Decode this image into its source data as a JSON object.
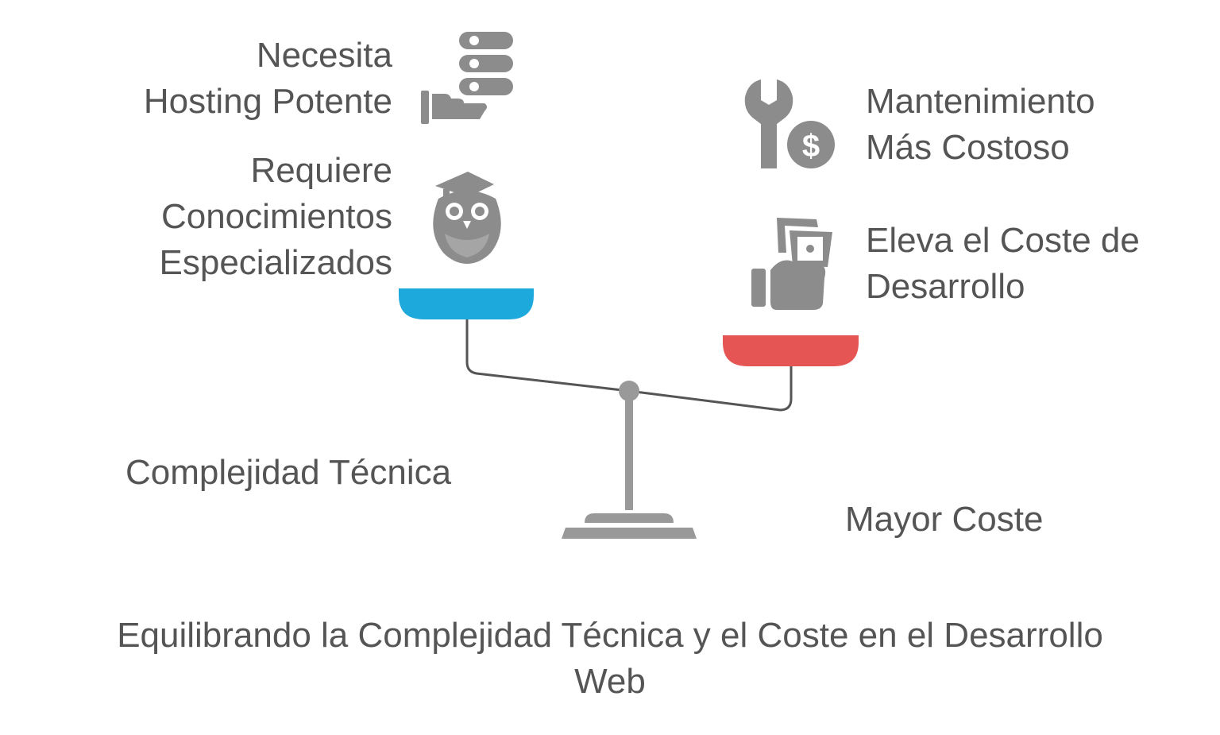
{
  "left_side": {
    "group_label": "Complejidad Técnica",
    "items": [
      {
        "lines": [
          "Necesita",
          "Hosting Potente"
        ],
        "icon": "server-hand-icon"
      },
      {
        "lines": [
          "Requiere",
          "Conocimientos",
          "Especializados"
        ],
        "icon": "owl-graduate-icon"
      }
    ],
    "pan_color": "#1ea9dc"
  },
  "right_side": {
    "group_label": "Mayor Coste",
    "items": [
      {
        "lines": [
          "Mantenimiento",
          "Más Costoso"
        ],
        "icon": "wrench-dollar-icon"
      },
      {
        "lines": [
          "Eleva el Coste de",
          "Desarrollo"
        ],
        "icon": "hand-money-icon"
      }
    ],
    "pan_color": "#e45553"
  },
  "caption_lines": [
    "Equilibrando la Complejidad Técnica y el Coste en el Desarrollo",
    "Web"
  ],
  "colors": {
    "text": "#555555",
    "icon": "#8c8c8c",
    "beam": "#555555",
    "stand": "#999999"
  }
}
